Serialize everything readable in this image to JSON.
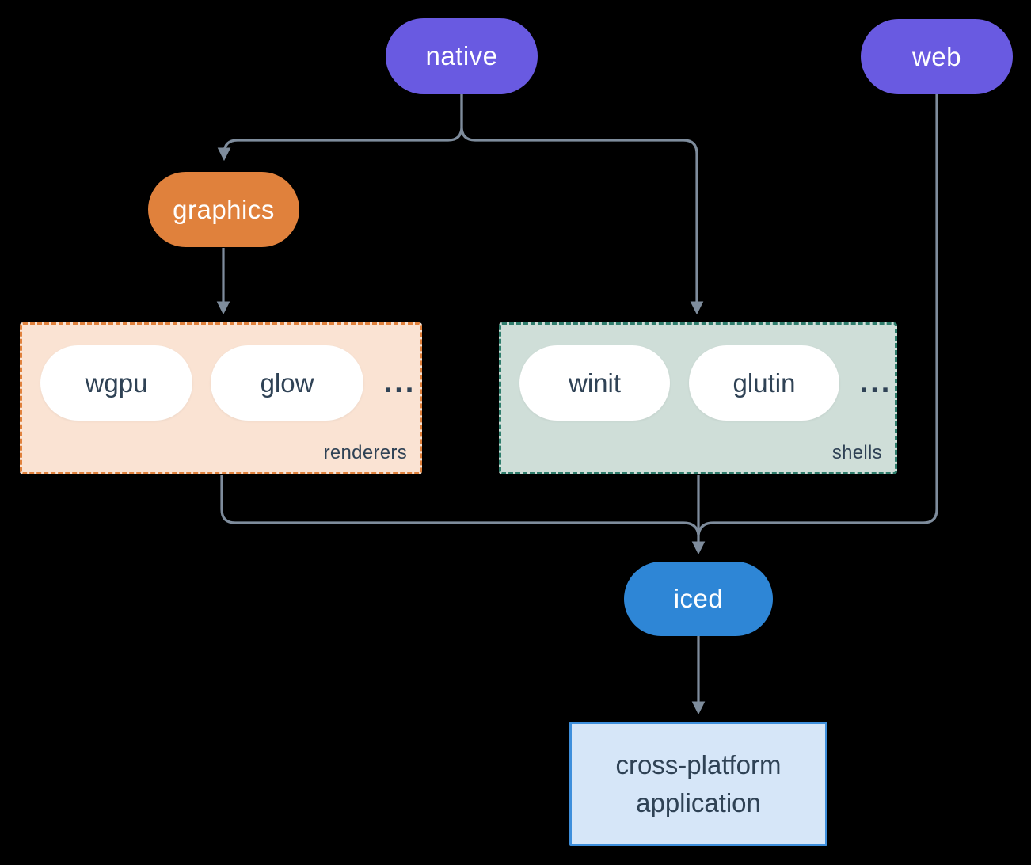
{
  "diagram": {
    "nodes": {
      "native": "native",
      "web": "web",
      "graphics": "graphics",
      "iced": "iced",
      "application": "cross-platform application"
    },
    "groups": {
      "renderers": {
        "label": "renderers",
        "items": [
          "wgpu",
          "glow"
        ],
        "more": "..."
      },
      "shells": {
        "label": "shells",
        "items": [
          "winit",
          "glutin"
        ],
        "more": "..."
      }
    },
    "colors": {
      "background": "#000000",
      "purple": "#695AE1",
      "orange": "#E0813C",
      "blue": "#2E86D6",
      "renderers-bg": "#FAE3D3",
      "renderers-border": "#E0813C",
      "shells-bg": "#CFDED8",
      "shells-border": "#2F7D6C",
      "app-bg": "#D6E6F8",
      "app-border": "#3E8FDC",
      "ink": "#2F4255",
      "line": "#7E8C9C"
    }
  }
}
